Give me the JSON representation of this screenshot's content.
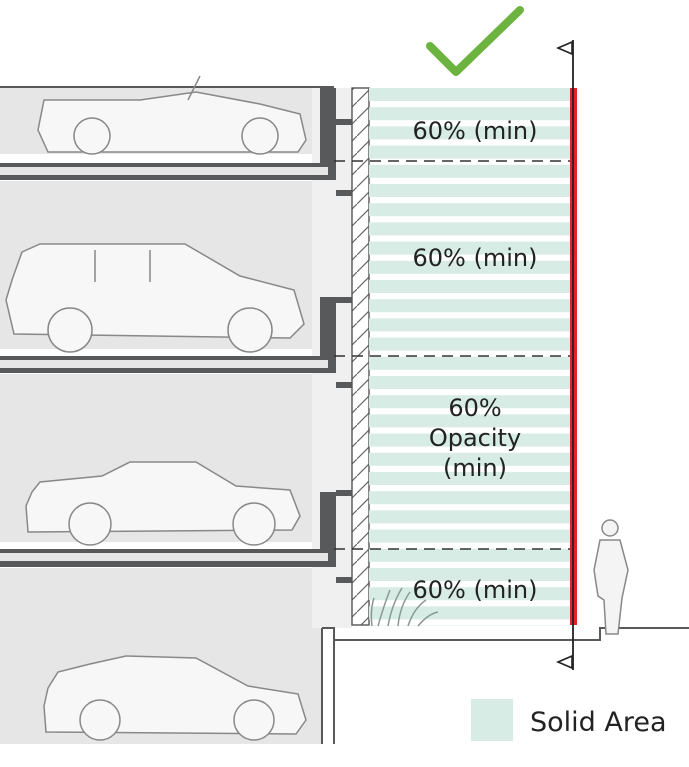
{
  "floors": [
    {
      "label": "60% (min)"
    },
    {
      "label": "60% (min)"
    },
    {
      "label_lines": [
        "60%",
        "Opacity",
        "(min)"
      ]
    },
    {
      "label": "60% (min)"
    }
  ],
  "legend": {
    "label": "Solid Area"
  },
  "colors": {
    "solid_area": "#d6ece4",
    "accent_line": "#e0232a",
    "checkmark": "#6db33f",
    "structure": "#58595b",
    "slab_fill": "#e6e6e6"
  },
  "icons": {
    "check": "check-icon",
    "level_marker": "level-marker-icon",
    "person": "person-silhouette-icon",
    "plant": "plant-icon"
  }
}
